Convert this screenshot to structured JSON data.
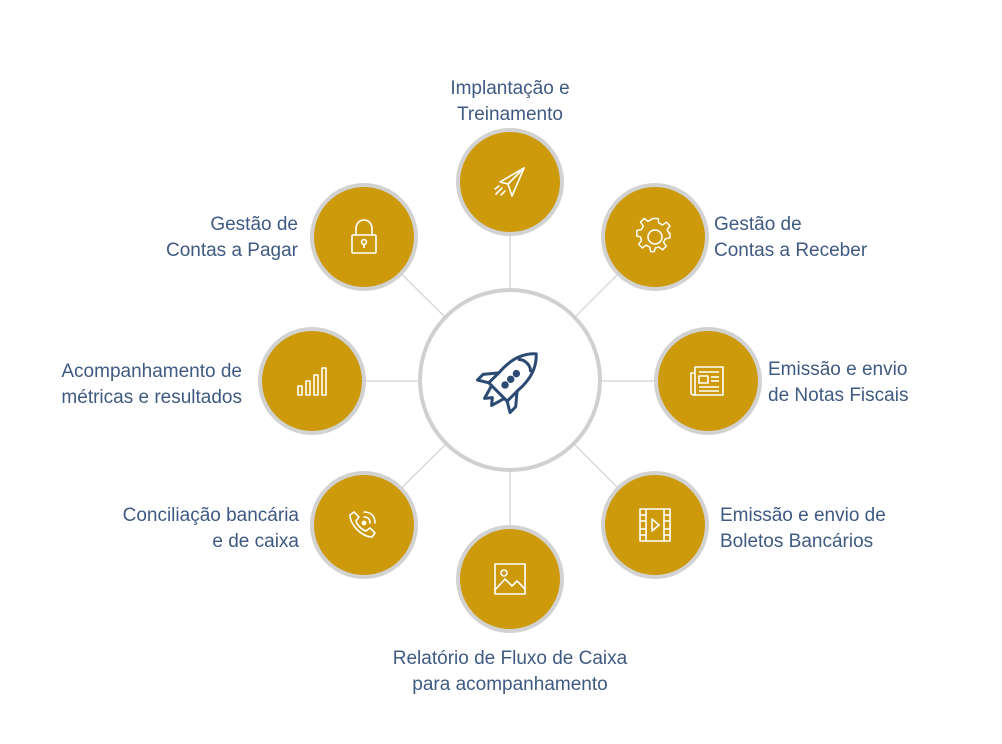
{
  "colors": {
    "node_fill": "#cc9a0b",
    "node_ring": "#d2d2d2",
    "center_ring": "#d0d0d0",
    "label_text": "#3f5a82",
    "rocket_stroke": "#2b4a73",
    "connector": "#d9d9d9"
  },
  "center": {
    "icon": "rocket-icon"
  },
  "services": [
    {
      "icon": "paper-plane-icon",
      "line1": "Implantação e",
      "line2": "Treinamento"
    },
    {
      "icon": "gear-icon",
      "line1": "Gestão de",
      "line2": "Contas a Receber"
    },
    {
      "icon": "newspaper-icon",
      "line1": "Emissão e envio",
      "line2": "de Notas Fiscais"
    },
    {
      "icon": "video-file-icon",
      "line1": "Emissão e envio de",
      "line2": "Boletos Bancários"
    },
    {
      "icon": "image-icon",
      "line1": "Relatório de Fluxo de Caixa",
      "line2": "para acompanhamento"
    },
    {
      "icon": "phone-icon",
      "line1": "Conciliação bancária",
      "line2": "e de caixa"
    },
    {
      "icon": "bar-chart-icon",
      "line1": "Acompanhamento de",
      "line2": "métricas e resultados"
    },
    {
      "icon": "lock-icon",
      "line1": "Gestão de",
      "line2": "Contas a Pagar"
    }
  ]
}
